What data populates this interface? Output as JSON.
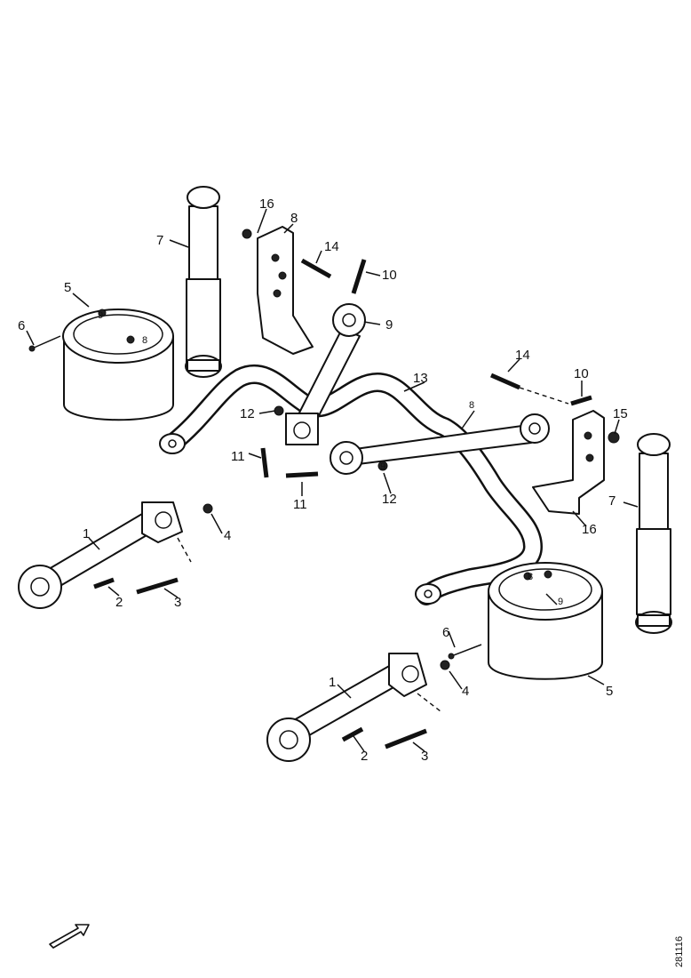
{
  "figure_code": "281116",
  "callouts": {
    "c1a": "1",
    "c1b": "1",
    "c2a": "2",
    "c2b": "2",
    "c3a": "3",
    "c3b": "3",
    "c4a": "4",
    "c4b": "4",
    "c5a": "5",
    "c5b": "5",
    "c6a": "6",
    "c6b": "6",
    "c7a": "7",
    "c7b": "7",
    "c8a": "8",
    "c8b": "8",
    "c8c": "8",
    "c8d": "8",
    "c9a": "9",
    "c9b": "9",
    "c9c": "9",
    "c9d": "9",
    "c10a": "10",
    "c10b": "10",
    "c11a": "11",
    "c11b": "11",
    "c12a": "12",
    "c12b": "12",
    "c13": "13",
    "c14a": "14",
    "c14b": "14",
    "c15": "15",
    "c16a": "16",
    "c16b": "16"
  }
}
